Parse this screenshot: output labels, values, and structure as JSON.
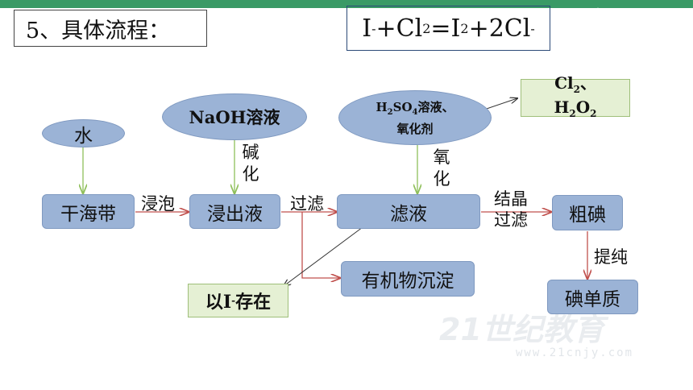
{
  "colors": {
    "topbar": "#3a9a66",
    "node_fill": "#9bb3d6",
    "green_fill": "#e5f0d4",
    "arrow_red": "#c0504d",
    "arrow_green": "#8fbf5a",
    "arrow_black": "#333333"
  },
  "title": "5、具体流程：",
  "equation": {
    "t1": "I",
    "t2": "-",
    "t3": "+Cl",
    "t4": "2",
    "t5": "=I",
    "t6": "2",
    "t7": "+2Cl",
    "t8": "-"
  },
  "brand": {
    "name": "21世纪教育"
  },
  "nodes": {
    "water": "水",
    "kelp": "干海带",
    "leachate": "浸出液",
    "filtrate": "滤液",
    "crude_iodine": "粗碘",
    "iodine": "碘单质",
    "organic_precipitate": "有机物沉淀",
    "iodide_form": {
      "t1": "以I",
      "t2": "-",
      "t3": "存在"
    },
    "naoh": "NaOH溶液",
    "oxidant": {
      "t1": "H",
      "t2": "2",
      "t3": "SO",
      "t4": "4",
      "t5": "溶液、",
      "t6": "氧化剂"
    },
    "oxidant_examples": {
      "t1": "Cl",
      "t2": "2",
      "t3": "、",
      "t4": "H",
      "t5": "2",
      "t6": "O",
      "t7": "2"
    }
  },
  "labels": {
    "soak": "浸泡",
    "alkali_1": "碱",
    "alkali_2": "化",
    "filter": "过滤",
    "oxidize_1": "氧",
    "oxidize_2": "化",
    "crystallize": "结晶",
    "crystallize_filter": "过滤",
    "purify": "提纯"
  },
  "watermark": {
    "text": "21世纪教育",
    "url": "www.21cnjy.com"
  }
}
